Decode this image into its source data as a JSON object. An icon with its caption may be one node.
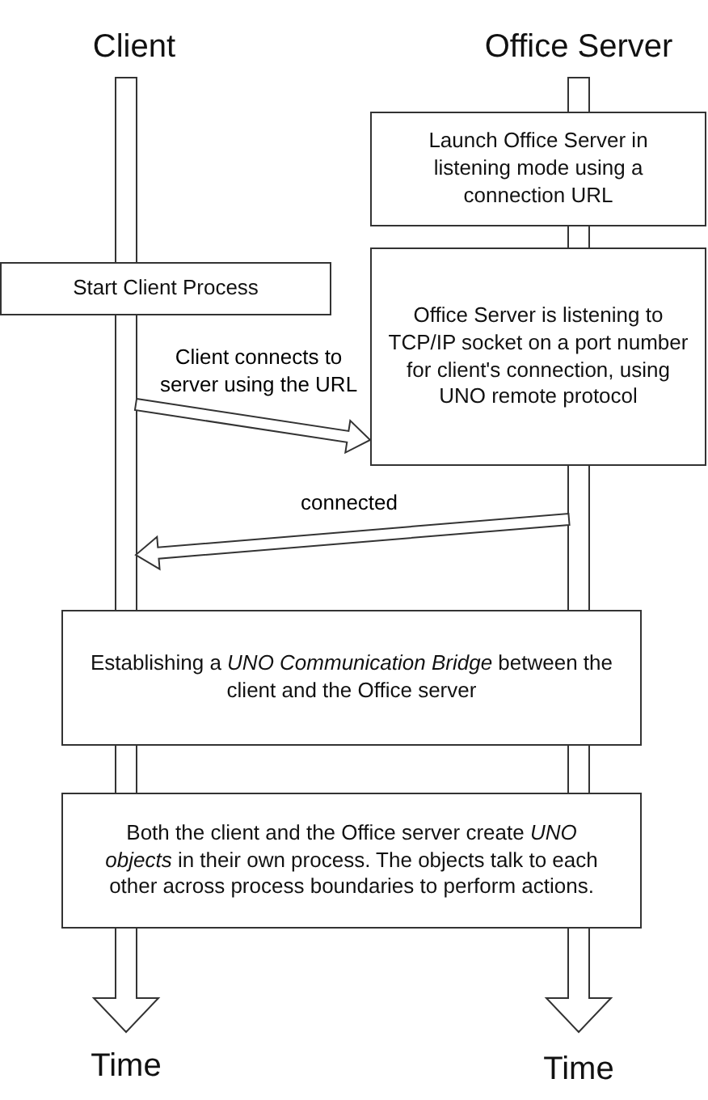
{
  "diagram": {
    "nodes": [
      {
        "text": [
          "Launch Office Server in listening mode using a connection URL"
        ]
      },
      {
        "text": [
          "Start Client Process"
        ]
      },
      {
        "text": [
          "Office Server is listening to TCP/IP socket on a port number for client's connection, using UNO remote protocol"
        ]
      },
      {
        "text": [
          "Establishing a *UNO Communication Bridge* between the client and the Office server"
        ]
      },
      {
        "text": [
          "Both the client and the Office server create *UNO objects* in their own process. The objects talk to each other across process boundaries to perform actions."
        ]
      }
    ],
    "edges": [
      {
        "from": null,
        "to": 2,
        "arrow": "to",
        "label": "Client connects to server using the URL"
      },
      {
        "from": 2,
        "to": null,
        "arrow": "to",
        "label": "connected"
      }
    ],
    "labels": [
      "Client",
      "Office Server",
      "Time",
      "Time"
    ]
  }
}
